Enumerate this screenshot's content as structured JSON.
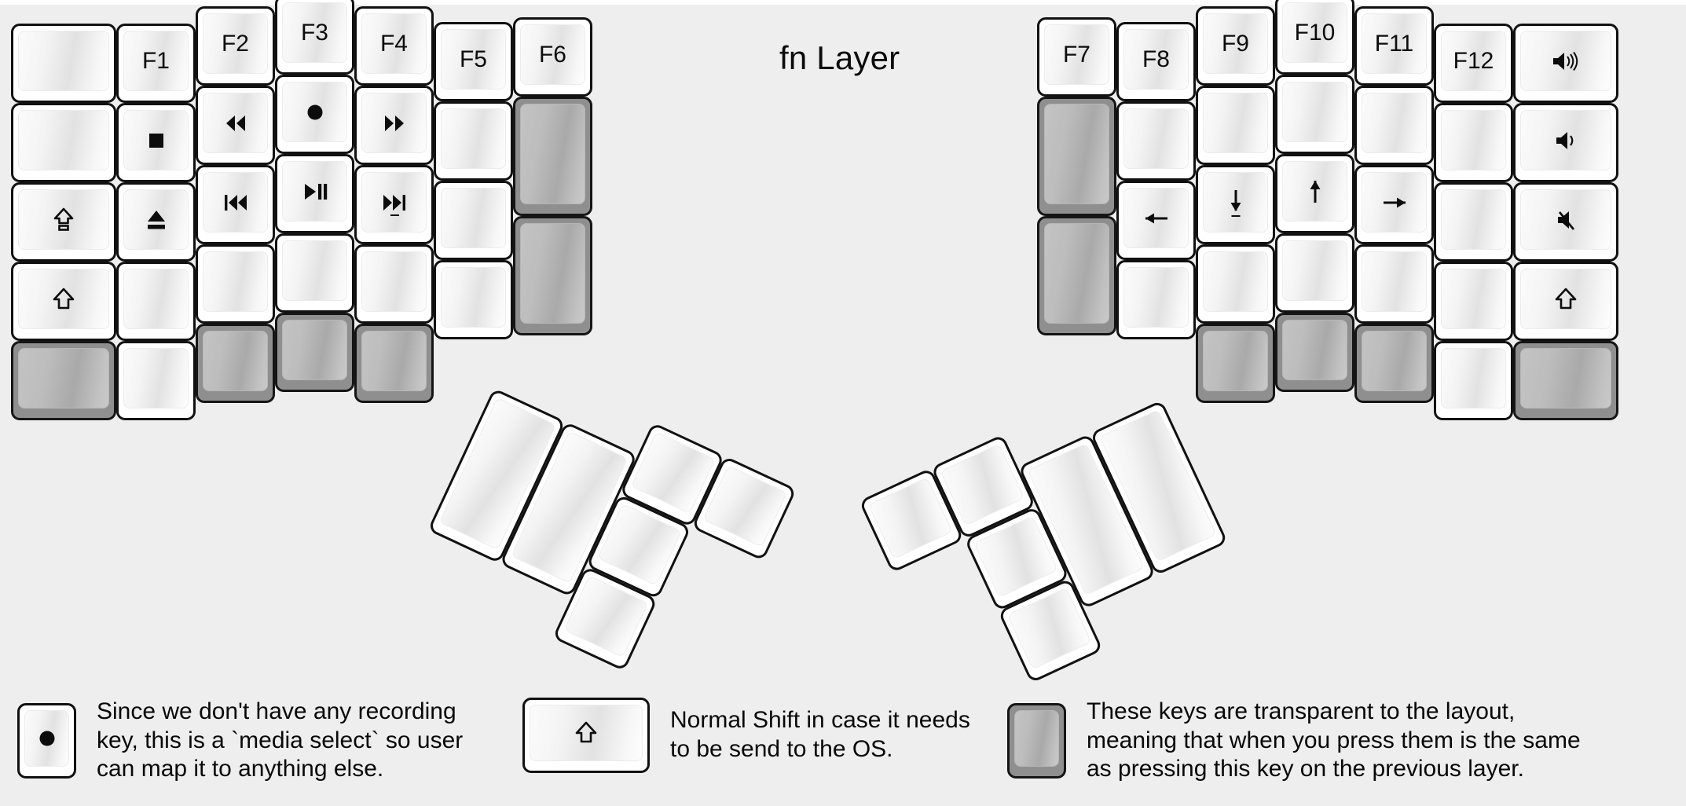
{
  "title": "fn Layer",
  "colors": {
    "background": "#eeeeee",
    "key_border": "#111111",
    "key_face": "#ffffff",
    "transparent_key": "#8f8f8f",
    "transparent_key_face": "#b9b9b9",
    "text": "#0c0c0c"
  },
  "legend": [
    {
      "key_icon": "record-icon",
      "key_type": "normal",
      "text": "Since we don't have any recording\nkey, this is a `media select` so user\ncan map it to anything else."
    },
    {
      "key_icon": "shift-icon",
      "key_type": "normal",
      "text": "Normal Shift in case it needs\nto be send to the OS."
    },
    {
      "key_icon": "",
      "key_type": "transparent",
      "text": "These keys are transparent to the layout,\nmeaning that when you press them is the same\nas pressing this key on the previous layer."
    }
  ],
  "left_half": {
    "columns": [
      {
        "name": "col-outer-left",
        "keys": [
          {
            "label": "",
            "icon": "",
            "type": "normal"
          },
          {
            "label": "",
            "icon": "",
            "type": "normal"
          },
          {
            "label": "",
            "icon": "caps-lock-icon",
            "type": "normal"
          },
          {
            "label": "",
            "icon": "shift-icon",
            "type": "normal"
          },
          {
            "label": "",
            "icon": "",
            "type": "transparent"
          }
        ]
      },
      {
        "name": "col-pinky",
        "keys": [
          {
            "label": "F1",
            "icon": "",
            "type": "normal"
          },
          {
            "label": "",
            "icon": "media-stop-icon",
            "type": "normal"
          },
          {
            "label": "",
            "icon": "eject-icon",
            "type": "normal"
          },
          {
            "label": "",
            "icon": "",
            "type": "normal"
          },
          {
            "label": "",
            "icon": "",
            "type": "normal"
          }
        ]
      },
      {
        "name": "col-ring",
        "keys": [
          {
            "label": "F2",
            "icon": "",
            "type": "normal"
          },
          {
            "label": "",
            "icon": "rewind-icon",
            "type": "normal"
          },
          {
            "label": "",
            "icon": "previous-track-icon",
            "type": "normal"
          },
          {
            "label": "",
            "icon": "",
            "type": "normal"
          },
          {
            "label": "",
            "icon": "",
            "type": "transparent"
          }
        ]
      },
      {
        "name": "col-middle",
        "keys": [
          {
            "label": "F3",
            "icon": "",
            "type": "normal"
          },
          {
            "label": "",
            "icon": "record-icon",
            "type": "normal"
          },
          {
            "label": "",
            "icon": "play-pause-icon",
            "type": "normal"
          },
          {
            "label": "",
            "icon": "",
            "type": "normal"
          },
          {
            "label": "",
            "icon": "",
            "type": "transparent"
          }
        ]
      },
      {
        "name": "col-index",
        "keys": [
          {
            "label": "F4",
            "icon": "",
            "type": "normal"
          },
          {
            "label": "",
            "icon": "fast-forward-icon",
            "type": "normal"
          },
          {
            "label": "",
            "icon": "next-track-icon",
            "type": "normal"
          },
          {
            "label": "",
            "icon": "",
            "type": "normal"
          },
          {
            "label": "",
            "icon": "",
            "type": "transparent"
          }
        ]
      },
      {
        "name": "col-inner-1",
        "keys": [
          {
            "label": "F5",
            "icon": "",
            "type": "normal"
          },
          {
            "label": "",
            "icon": "",
            "type": "normal"
          },
          {
            "label": "",
            "icon": "",
            "type": "normal"
          },
          {
            "label": "",
            "icon": "",
            "type": "normal"
          }
        ]
      },
      {
        "name": "col-inner-2",
        "keys": [
          {
            "label": "F6",
            "icon": "",
            "type": "normal"
          },
          {
            "label": "",
            "icon": "",
            "type": "transparent"
          },
          {
            "label": "",
            "icon": "",
            "type": "transparent"
          }
        ]
      }
    ],
    "thumb_cluster": [
      {
        "name": "thumb-big-1",
        "icon": "",
        "type": "normal"
      },
      {
        "name": "thumb-big-2",
        "icon": "",
        "type": "normal"
      },
      {
        "name": "thumb-small-1",
        "icon": "",
        "type": "normal"
      },
      {
        "name": "thumb-small-2",
        "icon": "",
        "type": "normal"
      },
      {
        "name": "thumb-small-3",
        "icon": "",
        "type": "normal"
      },
      {
        "name": "thumb-small-4",
        "icon": "",
        "type": "normal"
      }
    ]
  },
  "right_half": {
    "columns": [
      {
        "name": "col-inner-2",
        "keys": [
          {
            "label": "F7",
            "icon": "",
            "type": "normal"
          },
          {
            "label": "",
            "icon": "",
            "type": "transparent"
          },
          {
            "label": "",
            "icon": "",
            "type": "transparent"
          }
        ]
      },
      {
        "name": "col-inner-1",
        "keys": [
          {
            "label": "F8",
            "icon": "",
            "type": "normal"
          },
          {
            "label": "",
            "icon": "",
            "type": "normal"
          },
          {
            "label": "",
            "icon": "arrow-left-icon",
            "type": "normal"
          },
          {
            "label": "",
            "icon": "",
            "type": "normal"
          }
        ]
      },
      {
        "name": "col-index",
        "keys": [
          {
            "label": "F9",
            "icon": "",
            "type": "normal"
          },
          {
            "label": "",
            "icon": "",
            "type": "normal"
          },
          {
            "label": "",
            "icon": "arrow-down-icon",
            "type": "normal"
          },
          {
            "label": "",
            "icon": "",
            "type": "normal"
          },
          {
            "label": "",
            "icon": "",
            "type": "transparent"
          }
        ]
      },
      {
        "name": "col-middle",
        "keys": [
          {
            "label": "F10",
            "icon": "",
            "type": "normal"
          },
          {
            "label": "",
            "icon": "",
            "type": "normal"
          },
          {
            "label": "",
            "icon": "arrow-up-icon",
            "type": "normal"
          },
          {
            "label": "",
            "icon": "",
            "type": "normal"
          },
          {
            "label": "",
            "icon": "",
            "type": "transparent"
          }
        ]
      },
      {
        "name": "col-ring",
        "keys": [
          {
            "label": "F11",
            "icon": "",
            "type": "normal"
          },
          {
            "label": "",
            "icon": "",
            "type": "normal"
          },
          {
            "label": "",
            "icon": "arrow-right-icon",
            "type": "normal"
          },
          {
            "label": "",
            "icon": "",
            "type": "normal"
          },
          {
            "label": "",
            "icon": "",
            "type": "transparent"
          }
        ]
      },
      {
        "name": "col-pinky",
        "keys": [
          {
            "label": "F12",
            "icon": "",
            "type": "normal"
          },
          {
            "label": "",
            "icon": "",
            "type": "normal"
          },
          {
            "label": "",
            "icon": "",
            "type": "normal"
          },
          {
            "label": "",
            "icon": "",
            "type": "normal"
          },
          {
            "label": "",
            "icon": "",
            "type": "normal"
          }
        ]
      },
      {
        "name": "col-outer-right",
        "keys": [
          {
            "label": "",
            "icon": "volume-up-icon",
            "type": "normal"
          },
          {
            "label": "",
            "icon": "volume-down-icon",
            "type": "normal"
          },
          {
            "label": "",
            "icon": "volume-mute-icon",
            "type": "normal"
          },
          {
            "label": "",
            "icon": "shift-icon",
            "type": "normal"
          },
          {
            "label": "",
            "icon": "",
            "type": "transparent"
          }
        ]
      }
    ],
    "thumb_cluster": [
      {
        "name": "thumb-small-1",
        "icon": "",
        "type": "normal"
      },
      {
        "name": "thumb-small-2",
        "icon": "",
        "type": "normal"
      },
      {
        "name": "thumb-small-3",
        "icon": "",
        "type": "normal"
      },
      {
        "name": "thumb-small-4",
        "icon": "",
        "type": "normal"
      },
      {
        "name": "thumb-big-1",
        "icon": "",
        "type": "normal"
      },
      {
        "name": "thumb-big-2",
        "icon": "",
        "type": "normal"
      }
    ]
  }
}
